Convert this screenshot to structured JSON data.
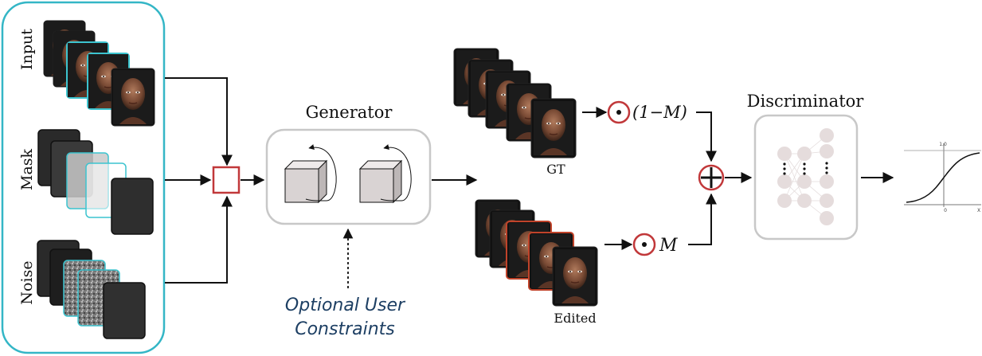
{
  "labels": {
    "input": "Input",
    "mask": "Mask",
    "noise": "Noise",
    "generator": "Generator",
    "discriminator": "Discriminator",
    "gt": "GT",
    "edited": "Edited",
    "optional_line1": "Optional User",
    "optional_line2": "Constraints",
    "one_minus_m": "(1−M)",
    "m": "M"
  },
  "sigmoid_axis": {
    "y_tick": "1.0",
    "x_origin": "0",
    "x_label": "X"
  },
  "colors": {
    "input_panel_border": "#34b6c6",
    "highlight_frame": "#3cc4cf",
    "edited_frame": "#c0432a",
    "operator_red": "#c1383a",
    "module_border": "#c8c8c8",
    "optional_text": "#1d3f63"
  }
}
